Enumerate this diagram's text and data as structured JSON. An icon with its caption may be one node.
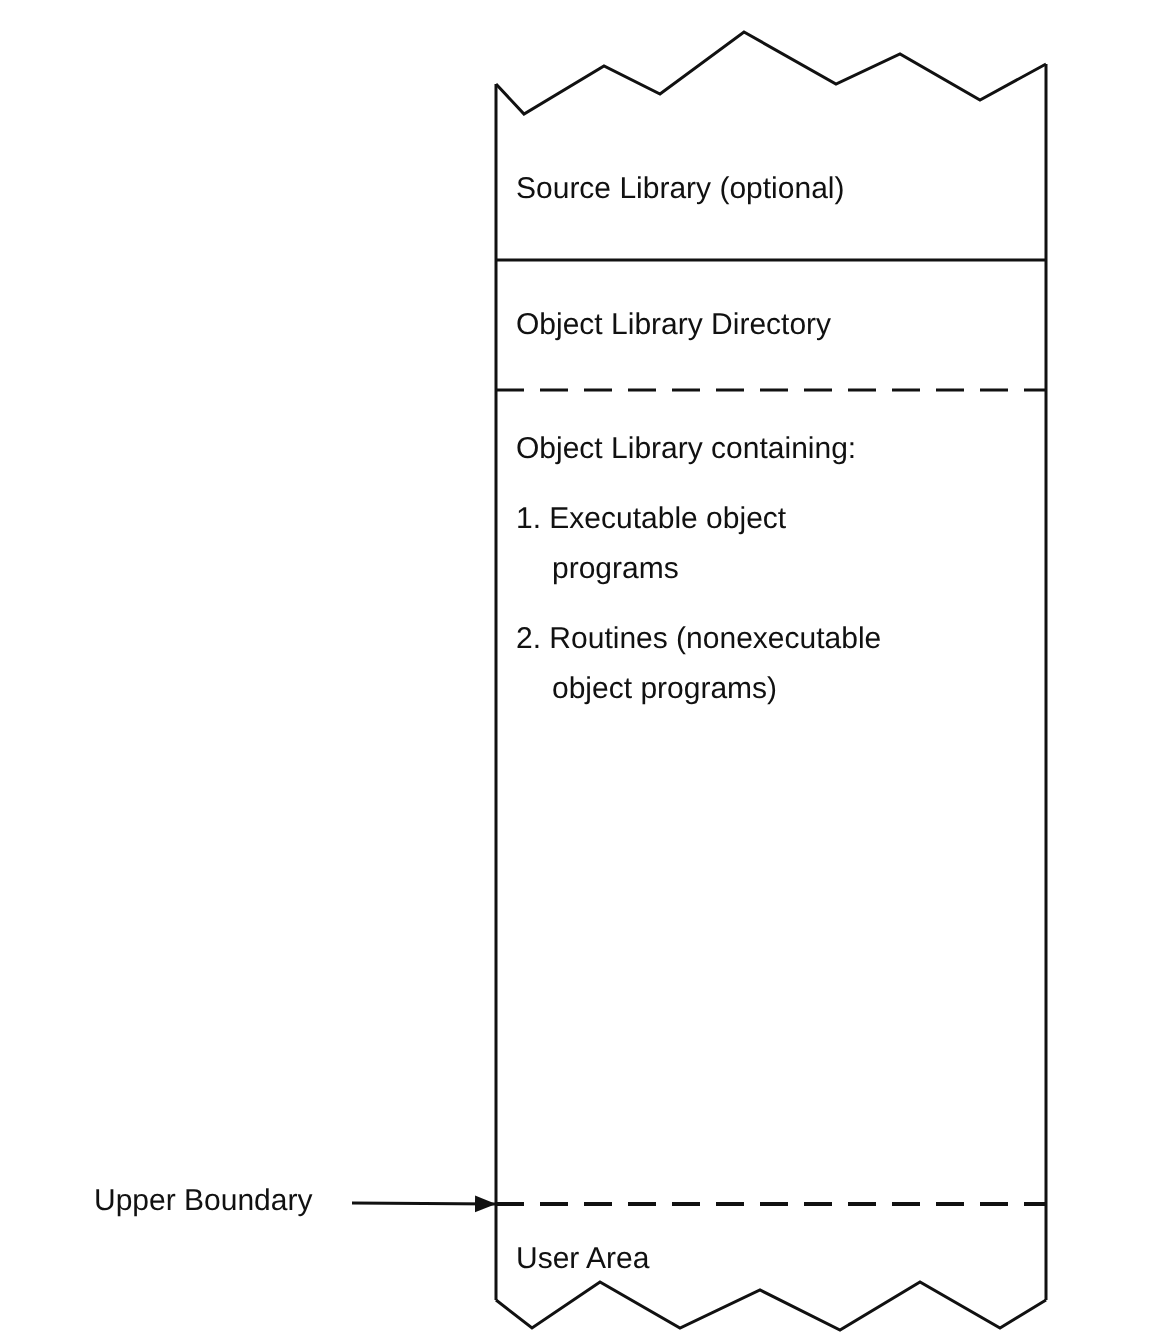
{
  "diagram": {
    "nodes": [
      {
        "text": [
          "Source Library (optional)"
        ]
      },
      {
        "text": [
          "Object Library Directory"
        ]
      },
      {
        "text": [
          "Object Library containing:",
          "1. Executable object programs",
          "2. Routines (nonexecutable object programs)"
        ]
      },
      {
        "text": [
          "User Area"
        ]
      },
      {
        "text": [
          "Upper Boundary"
        ]
      },
      {
        "text": [],
        "shape": "line"
      }
    ],
    "edges": [
      {
        "from": 4,
        "to": 5,
        "arrow": "to"
      }
    ]
  }
}
